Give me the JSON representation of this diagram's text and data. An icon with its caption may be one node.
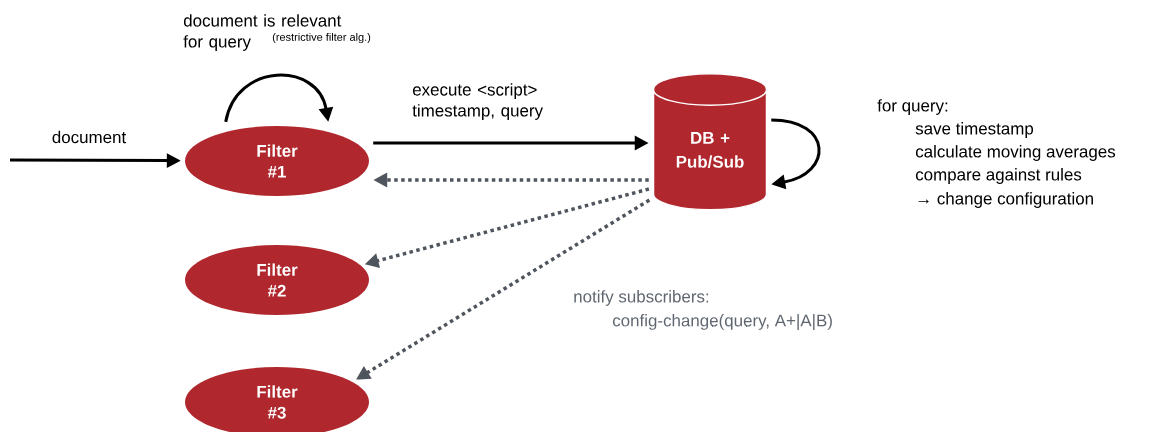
{
  "diagram": {
    "nodes": [
      {
        "text": [
          "Filter #1"
        ]
      },
      {
        "text": [
          "DB + Pub/Sub"
        ]
      },
      {
        "text": [
          "Filter #2"
        ]
      },
      {
        "text": [
          "Filter #3"
        ]
      }
    ],
    "edges": [
      {
        "from": null,
        "to": 0,
        "arrow": "to",
        "label": "document"
      },
      {
        "from": 0,
        "to": 0,
        "arrow": "to",
        "label": "document is relevant for query"
      },
      {
        "from": 0,
        "to": 1,
        "arrow": "to",
        "label": "execute <script> timestamp, query"
      },
      {
        "from": 1,
        "to": 1,
        "arrow": "to"
      },
      {
        "from": 1,
        "to": 0,
        "arrow": "to",
        "style": "dashed",
        "color": "#4f555c"
      },
      {
        "from": 1,
        "to": 2,
        "arrow": "to",
        "style": "dashed",
        "color": "#4f555c"
      },
      {
        "from": 1,
        "to": 3,
        "arrow": "to",
        "style": "dashed",
        "color": "#4f555c"
      }
    ],
    "labels": [
      "(restrictive filter alg.)",
      "for query:",
      "save timestamp",
      "calculate moving averages",
      "compare against rules",
      "→ change configuration",
      "notify subscribers:",
      "config-change(query, A+|A|B)"
    ]
  }
}
